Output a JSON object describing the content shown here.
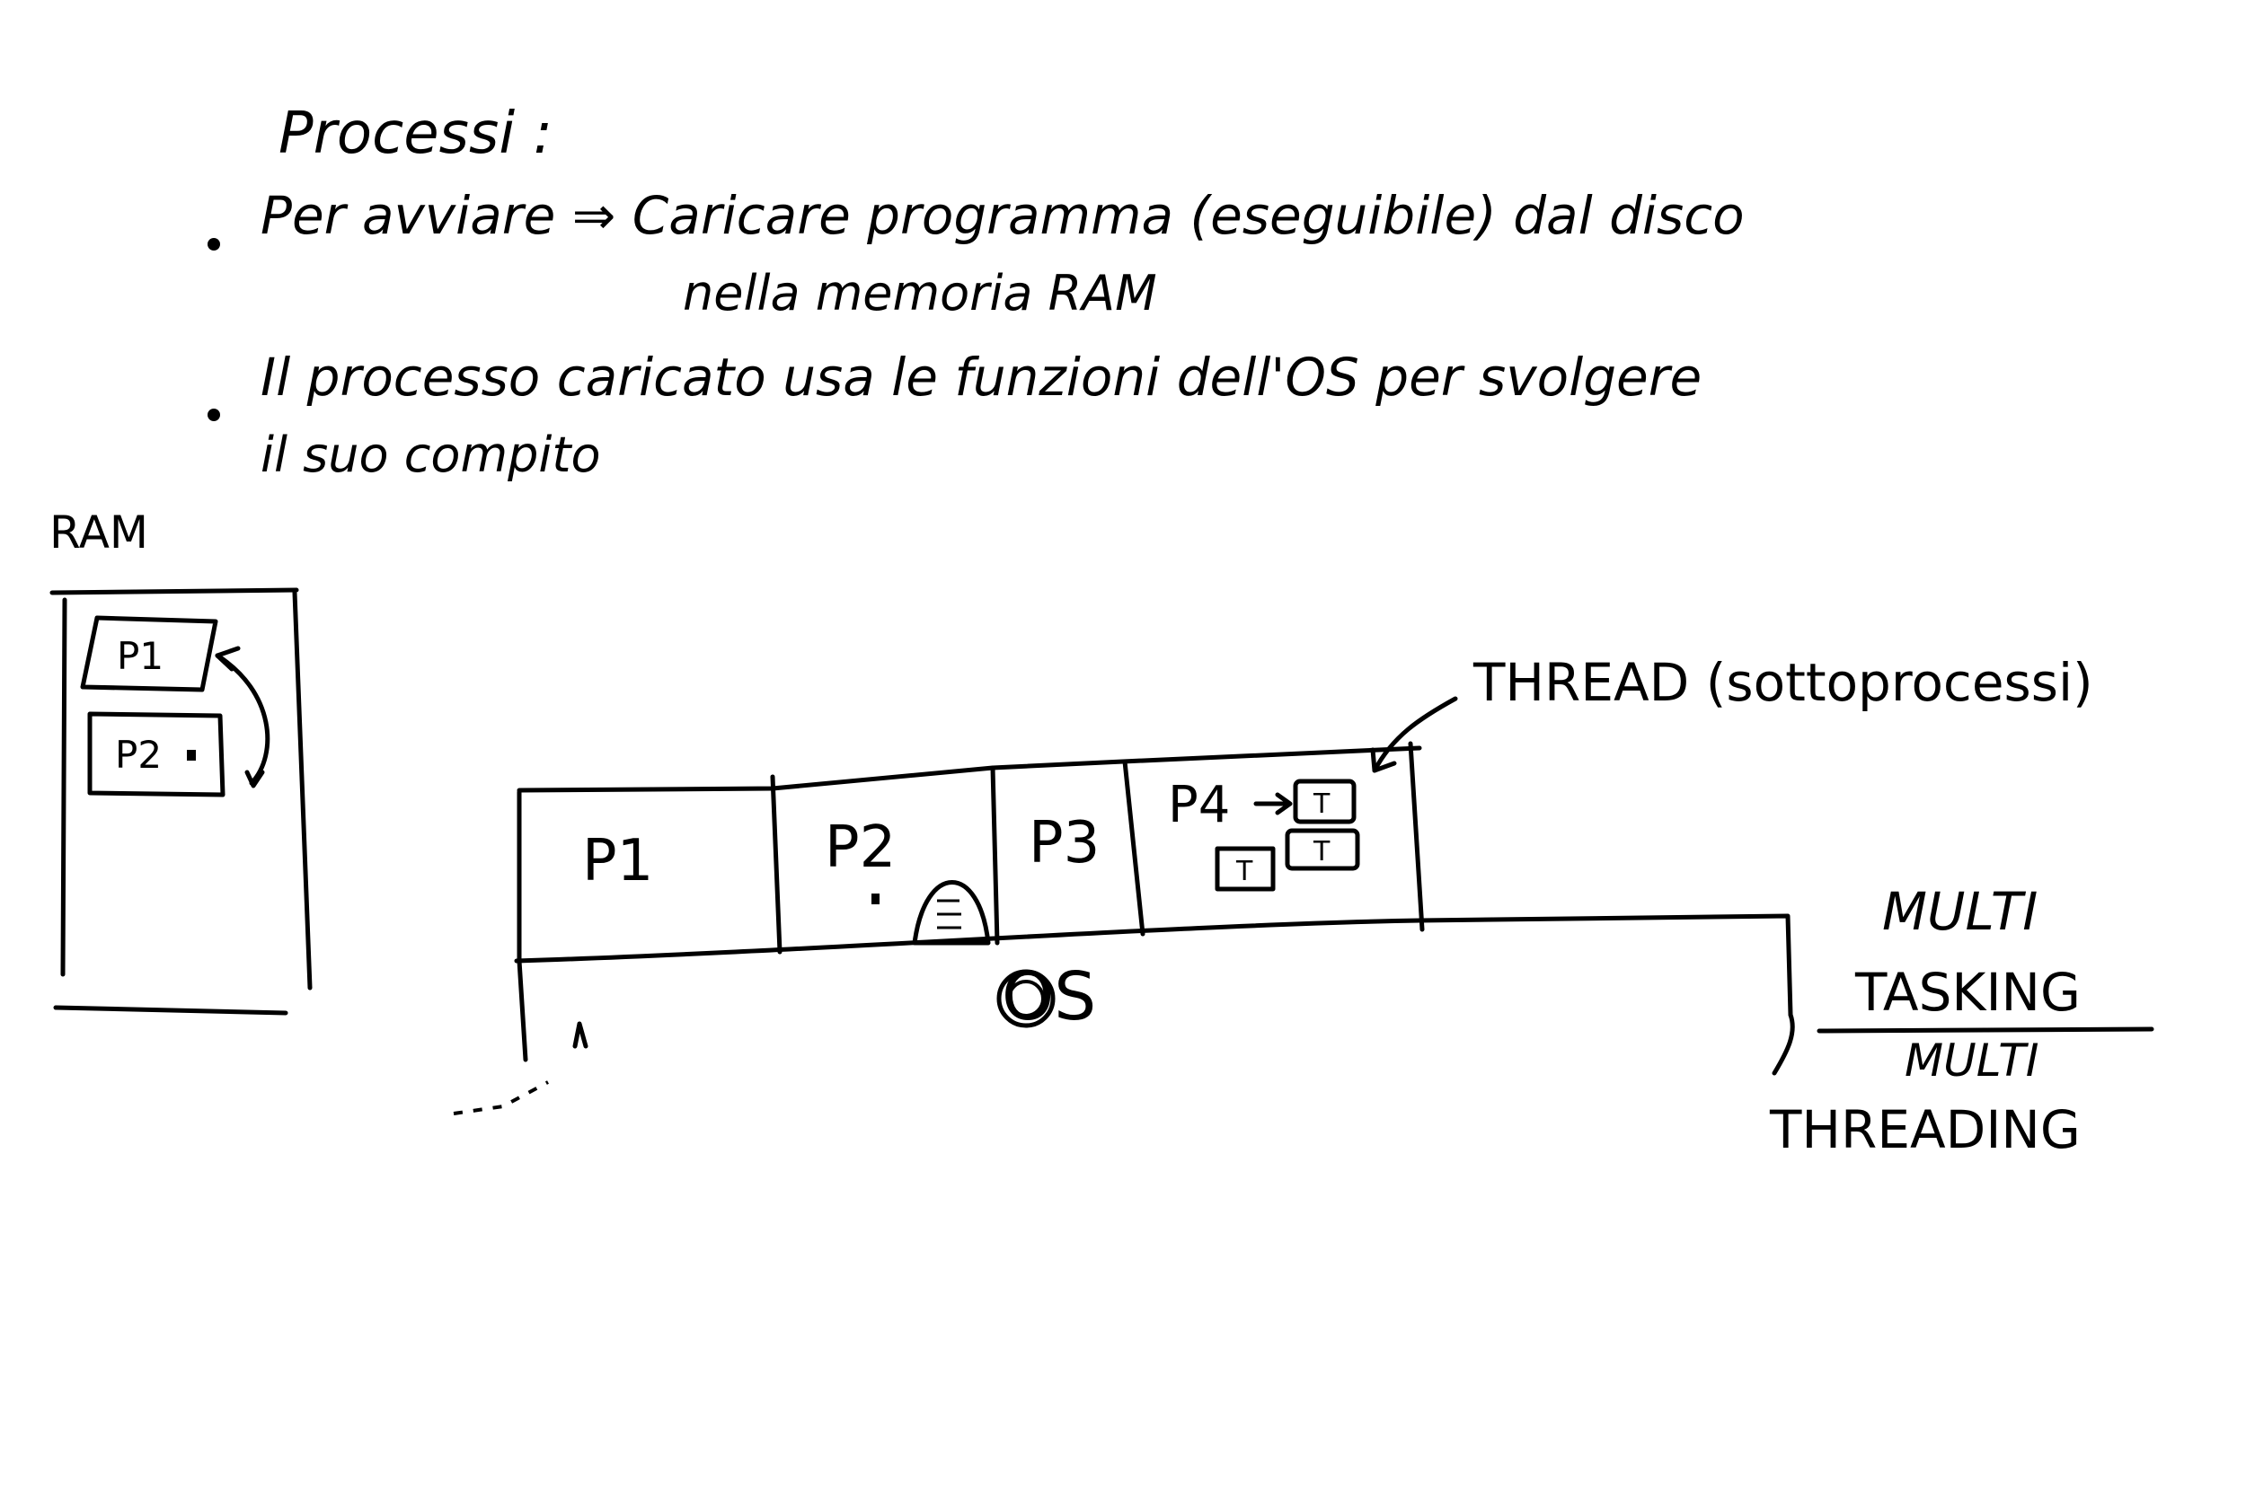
{
  "title": "Processi :",
  "bullets": [
    {
      "line1": "Per avviare ⇒ Caricare programma (eseguibile) dal disco",
      "line2": "nella memoria RAM"
    },
    {
      "line1": "Il processo caricato usa le funzioni dell'OS per svolgere",
      "line2": "il suo compito"
    }
  ],
  "ram": {
    "label": "RAM",
    "processes": [
      "P1",
      "P2"
    ]
  },
  "os_bar": {
    "label": "OS",
    "processes": [
      "P1",
      "P2",
      "P3",
      "P4"
    ],
    "thread_marker": "T"
  },
  "thread_note": "THREAD (sottoprocessi)",
  "side_note": {
    "top": [
      "MULTI",
      "TASKING"
    ],
    "bottom": [
      "MULTI",
      "THREADING"
    ]
  }
}
